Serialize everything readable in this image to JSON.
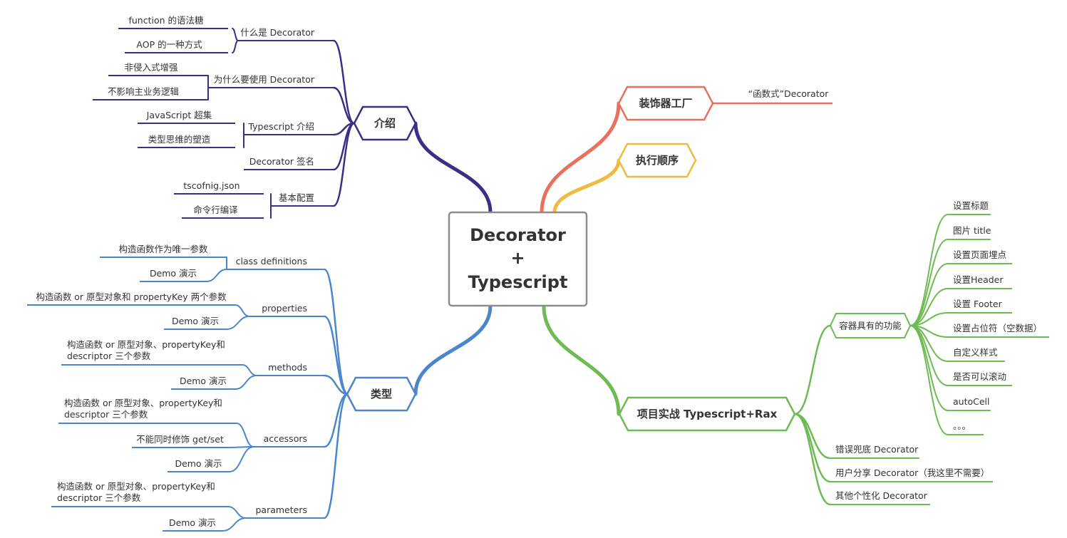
{
  "root": {
    "lines": [
      "Decorator",
      "+",
      "Typescript"
    ]
  },
  "colors": {
    "intro": "#3a2e86",
    "types": "#4a86cc",
    "factory": "#e8705f",
    "order": "#f0b940",
    "project": "#6dbb52",
    "root_border": "#8c8c8c",
    "text": "#333333"
  },
  "branches": {
    "intro": {
      "label": "介绍",
      "items": [
        {
          "label": "什么是 Decorator",
          "children": [
            "function 的语法糖",
            "AOP 的一种方式"
          ]
        },
        {
          "label": "为什么要使用 Decorator",
          "children": [
            "非侵入式增强",
            "不影响主业务逻辑"
          ]
        },
        {
          "label": "Typescript 介绍",
          "children": [
            "JavaScript 超集",
            "类型思维的塑造"
          ]
        },
        {
          "label": "Decorator 签名",
          "children": []
        },
        {
          "label": "基本配置",
          "children": [
            "tscofnig.json",
            "命令行编译"
          ]
        }
      ]
    },
    "types": {
      "label": "类型",
      "items": [
        {
          "label": "class definitions",
          "children": [
            "构造函数作为唯一参数",
            "Demo 演示"
          ]
        },
        {
          "label": "properties",
          "children": [
            "构造函数 or 原型对象和 propertyKey 两个参数",
            "Demo 演示"
          ]
        },
        {
          "label": "methods",
          "children": [
            "构造函数 or 原型对象、propertyKey和\ndescriptor 三个参数",
            "Demo 演示"
          ]
        },
        {
          "label": "accessors",
          "children": [
            "构造函数 or 原型对象、propertyKey和\ndescriptor 三个参数",
            "不能同时修饰 get/set",
            "Demo 演示"
          ]
        },
        {
          "label": "parameters",
          "children": [
            "构造函数 or 原型对象、propertyKey和\ndescriptor 三个参数",
            "Demo 演示"
          ]
        }
      ]
    },
    "factory": {
      "label": "装饰器工厂",
      "items": [
        {
          "label": "“函数式”Decorator"
        }
      ]
    },
    "order": {
      "label": "执行顺序"
    },
    "project": {
      "label": "项目实战 Typescript+Rax",
      "container": {
        "label": "容器具有的功能",
        "children": [
          "设置标题",
          "图片 title",
          "设置页面埋点",
          "设置Header",
          "设置 Footer",
          "设置占位符（空数据）",
          "自定义样式",
          "是否可以滚动",
          "autoCell",
          "。。。"
        ]
      },
      "items": [
        "错误兜底 Decorator",
        "用户分享 Decorator（我这里不需要）",
        "其他个性化 Decorator"
      ]
    }
  }
}
